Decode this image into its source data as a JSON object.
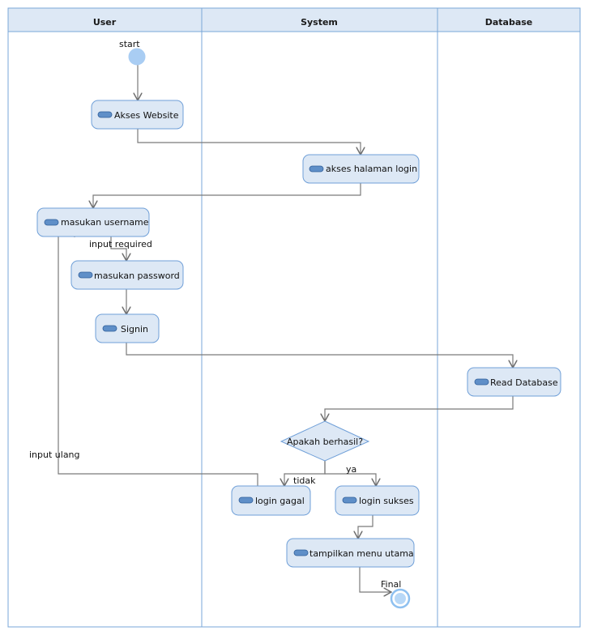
{
  "lanes": [
    {
      "id": "user",
      "label": "User"
    },
    {
      "id": "system",
      "label": "System"
    },
    {
      "id": "database",
      "label": "Database"
    }
  ],
  "nodes": {
    "start": {
      "label": "start"
    },
    "akses_website": {
      "label": "Akses Website"
    },
    "akses_halaman_login": {
      "label": "akses halaman login"
    },
    "masukan_username": {
      "label": "masukan username"
    },
    "masukan_password": {
      "label": "masukan password"
    },
    "signin": {
      "label": "Signin"
    },
    "read_database": {
      "label": "Read Database"
    },
    "decision": {
      "label": "Apakah berhasil?"
    },
    "login_gagal": {
      "label": "login gagal"
    },
    "login_sukses": {
      "label": "login sukses"
    },
    "tampilkan_menu_utama": {
      "label": "tampilkan menu utama"
    },
    "final": {
      "label": "Final"
    }
  },
  "edge_labels": {
    "input_required": "input required",
    "input_ulang": "input ulang",
    "tidak": "tidak",
    "ya": "ya"
  },
  "colors": {
    "lane_border": "#7aa7d8",
    "node_fill": "#dde8f5",
    "node_stroke": "#6f9fd8",
    "edge": "#7a7a7a",
    "start_node": "#a9cdf3"
  }
}
